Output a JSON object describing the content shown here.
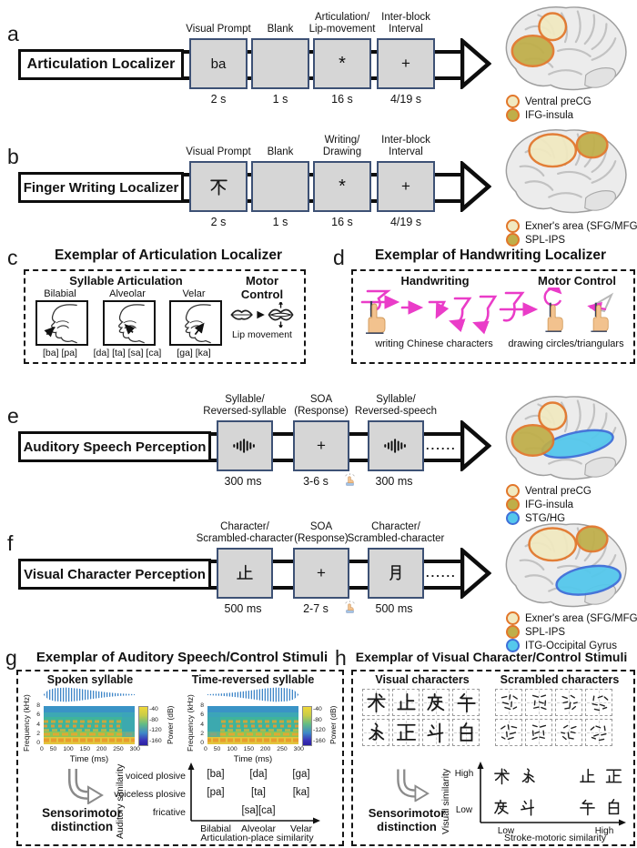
{
  "a": {
    "letter": "a",
    "banner": "Articulation Localizer",
    "boxes": [
      {
        "label": "Visual Prompt",
        "content": "ba",
        "duration": "2 s"
      },
      {
        "label": "Blank",
        "content": "",
        "duration": "1 s"
      },
      {
        "label": "Articulation/\nLip-movement",
        "content": "*",
        "duration": "16 s"
      },
      {
        "label": "Inter-block\nInterval",
        "content": "+",
        "duration": "4/19 s"
      }
    ],
    "legend": [
      {
        "label": "Ventral preCG"
      },
      {
        "label": "IFG-insula"
      }
    ]
  },
  "b": {
    "letter": "b",
    "banner": "Finger Writing Localizer",
    "boxes": [
      {
        "label": "Visual Prompt",
        "content": "不",
        "duration": "2 s"
      },
      {
        "label": "Blank",
        "content": "",
        "duration": "1 s"
      },
      {
        "label": "Writing/\nDrawing",
        "content": "*",
        "duration": "16 s"
      },
      {
        "label": "Inter-block\nInterval",
        "content": "+",
        "duration": "4/19 s"
      }
    ],
    "legend": [
      {
        "label": "Exner's area (SFG/MFG)"
      },
      {
        "label": "SPL-IPS"
      }
    ]
  },
  "c": {
    "letter": "c",
    "title": "Exemplar of Articulation Localizer",
    "heading": "Syllable Articulation",
    "items": [
      {
        "name": "Bilabial",
        "syllables": "[ba] [pa]"
      },
      {
        "name": "Alveolar",
        "syllables": "[da] [ta] [sa] [ca]"
      },
      {
        "name": "Velar",
        "syllables": "[ga] [ka]"
      }
    ],
    "motor_heading": "Motor\nControl",
    "motor_caption": "Lip movement"
  },
  "d": {
    "letter": "d",
    "title": "Exemplar of Handwriting Localizer",
    "heading": "Handwriting",
    "motor_heading": "Motor Control",
    "caption_left": "writing Chinese characters",
    "caption_right": "drawing circles/triangulars"
  },
  "e": {
    "letter": "e",
    "banner": "Auditory Speech Perception",
    "boxes": [
      {
        "label": "Syllable/\nReversed-syllable",
        "icon": "waveform-icon",
        "duration": "300 ms"
      },
      {
        "label": "SOA\n(Response)",
        "content": "+",
        "duration": "3-6 s"
      },
      {
        "label": "Syllable/\nReversed-speech",
        "icon": "waveform-icon",
        "duration": "300 ms"
      }
    ],
    "dots": "......",
    "legend": [
      {
        "label": "Ventral preCG"
      },
      {
        "label": "IFG-insula"
      },
      {
        "label": "STG/HG"
      }
    ]
  },
  "f": {
    "letter": "f",
    "banner": "Visual Character Perception",
    "boxes": [
      {
        "label": "Character/\nScrambled-character",
        "content": "止",
        "duration": "500 ms"
      },
      {
        "label": "SOA\n(Response)",
        "content": "+",
        "duration": "2-7 s"
      },
      {
        "label": "Character/\nScrambled-character",
        "content": "月",
        "duration": "500 ms"
      }
    ],
    "dots": "......",
    "legend": [
      {
        "label": "Exner's area (SFG/MFG)"
      },
      {
        "label": "SPL-IPS"
      },
      {
        "label": "ITG-Occipital Gyrus"
      }
    ]
  },
  "g": {
    "letter": "g",
    "title": "Exemplar of Auditory Speech/Control Stimuli",
    "spectrograms": [
      {
        "title": "Spoken syllable"
      },
      {
        "title": "Time-reversed syllable"
      }
    ],
    "axis": {
      "ylabel": "Frequency (kHz)",
      "yticks": [
        "8",
        "6",
        "4",
        "2",
        "0"
      ],
      "xticks": [
        "0",
        "50",
        "100",
        "150",
        "200",
        "250",
        "300"
      ],
      "xlabel": "Time (ms)",
      "cbar_label": "Power (dB)",
      "cbar_ticks": [
        "-40",
        "-80",
        "-120",
        "-160"
      ]
    },
    "arrow_label": "Sensorimotor\ndistinction",
    "matrix": {
      "ylabel": "Auditory similarity",
      "rows": [
        {
          "label": "voiced plosive",
          "cells": [
            "[ba]",
            "[da]",
            "[ga]"
          ]
        },
        {
          "label": "voiceless plosive",
          "cells": [
            "[pa]",
            "[ta]",
            "[ka]"
          ]
        },
        {
          "label": "fricative",
          "cells": [
            "",
            "[sa][ca]",
            ""
          ]
        }
      ],
      "categories": [
        "Bilabial",
        "Alveolar",
        "Velar"
      ],
      "xlabel": "Articulation-place similarity"
    }
  },
  "h": {
    "letter": "h",
    "title": "Exemplar of Visual Character/Control Stimuli",
    "visual_heading": "Visual characters",
    "scrambled_heading": "Scrambled characters",
    "characters": [
      [
        "术",
        "止",
        "皮",
        "午"
      ],
      [
        "永",
        "正",
        "斗",
        "白"
      ]
    ],
    "arrow_label": "Sensorimotor\ndistinction",
    "plot": {
      "ylabel": "Visual similarity",
      "yticks": [
        "High",
        "Low"
      ],
      "xlabel": "Stroke-motoric similarity",
      "xticks": [
        "Low",
        "High"
      ],
      "quadrants": {
        "top_left": [
          "术",
          "永"
        ],
        "top_right": [
          "止",
          "正"
        ],
        "bottom_left": [
          "皮",
          "斗"
        ],
        "bottom_right": [
          "午",
          "白"
        ]
      }
    }
  },
  "colors": {
    "region_cream": "#f1e9c0",
    "region_olive": "#bfae49",
    "region_blue": "#55c8ec",
    "outline_orange": "#e2762a",
    "outline_blue": "#3f6fd8",
    "handwriting_pink": "#ea3cc8",
    "stimulus_box_fill": "#d6d6d6",
    "stimulus_box_border": "#3d5175"
  }
}
